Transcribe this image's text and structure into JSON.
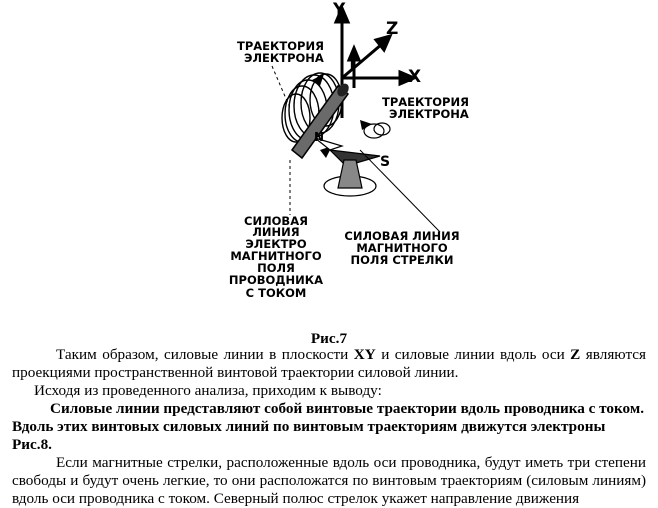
{
  "figure": {
    "axis_y": "Y",
    "axis_z": "Z",
    "axis_x": "X",
    "current_symbol": "I",
    "pole_n": "N",
    "pole_s": "S",
    "label_traj_top": [
      "ТРАЕКТОРИЯ",
      "ЭЛЕКТРОНА"
    ],
    "label_traj_right": [
      "ТРАЕКТОРИЯ",
      "ЭЛЕКТРОНА"
    ],
    "label_field_line": [
      "СИЛОВАЯ",
      "ЛИНИЯ",
      "ЭЛЕКТРО",
      "МАГНИТНОГО",
      "ПОЛЯ",
      "ПРОВОДНИКА",
      "С ТОКОМ"
    ],
    "label_needle_line": [
      "СИЛОВАЯ ЛИНИЯ",
      "МАГНИТНОГО",
      "ПОЛЯ СТРЕЛКИ"
    ]
  },
  "caption": "Рис.7",
  "para1": {
    "a": "Таким образом, силовые линии в плоскости ",
    "b": "XY",
    "c": " и силовые линии  вдоль оси ",
    "d": "Z",
    "e": "   являются проекциями пространственной винтовой траектории силовой линии."
  },
  "para2": "Исходя из проведенного анализа,     приходим к выводу:",
  "para3_line1": "Силовые линии представляют собой винтовые траектории вдоль проводника с током.",
  "para3_line2": "Вдоль этих винтовых силовых линий по винтовым траекториям движутся электроны Рис.8.",
  "para4": "Если магнитные стрелки,  расположенные вдоль оси проводника, будут иметь три степени свободы  и будут очень легкие, то они расположатся по винтовым траекториям (силовым линиям) вдоль оси    проводника  с  током.  Северный полюс стрелок укажет направление движения"
}
